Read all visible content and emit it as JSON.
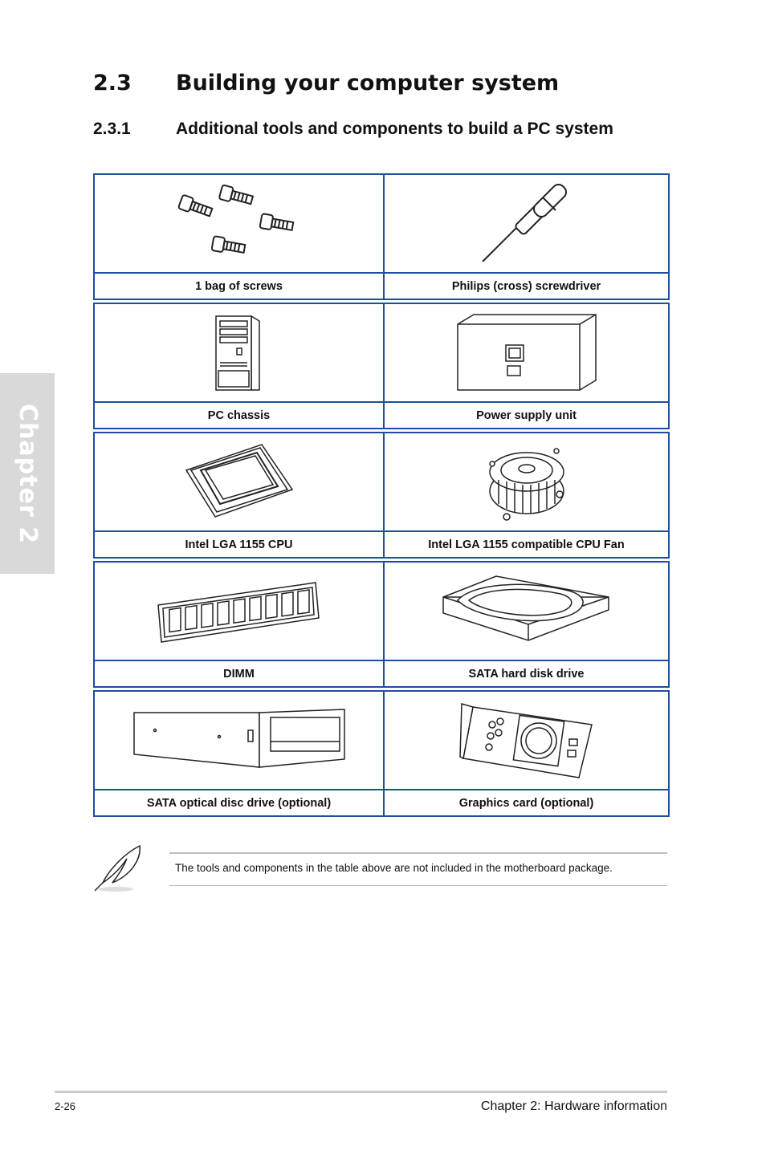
{
  "chapter_tab": "Chapter 2",
  "section": {
    "number": "2.3",
    "title": "Building your computer system"
  },
  "subsection": {
    "number": "2.3.1",
    "title": "Additional tools and components to build a PC system"
  },
  "table": {
    "rows": [
      [
        "1 bag of screws",
        "Philips (cross) screwdriver"
      ],
      [
        "PC chassis",
        "Power supply unit"
      ],
      [
        "Intel LGA 1155 CPU",
        "Intel LGA 1155 compatible CPU Fan"
      ],
      [
        "DIMM",
        "SATA hard disk drive"
      ],
      [
        "SATA optical disc drive (optional)",
        "Graphics card (optional)"
      ]
    ],
    "border_color": "#1f4ea0"
  },
  "note": {
    "icon": "feather-icon",
    "text": "The tools and components in the table above are not included in the motherboard package."
  },
  "footer": {
    "page_number": "2-26",
    "chapter": "Chapter 2: Hardware information"
  }
}
